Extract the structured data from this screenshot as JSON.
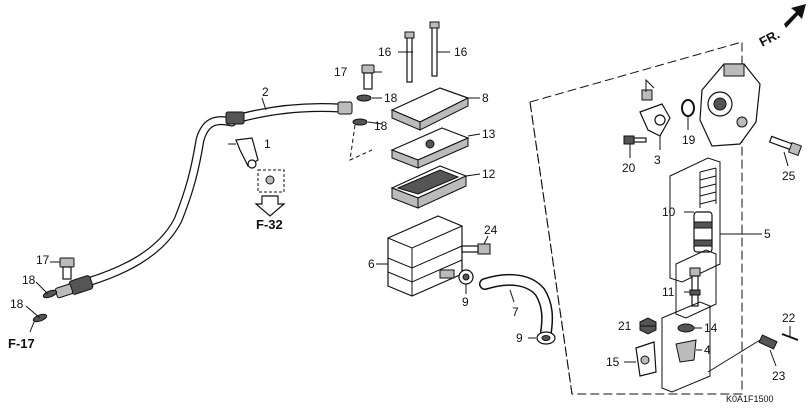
{
  "front_marker": "FR.",
  "drawing_code": "K0A1F1500",
  "references": {
    "f32": "F-32",
    "f17": "F-17"
  },
  "labels": {
    "p1": "1",
    "p2": "2",
    "p3": "3",
    "p4": "4",
    "p5": "5",
    "p6": "6",
    "p7": "7",
    "p8": "8",
    "p9a": "9",
    "p9b": "9",
    "p10": "10",
    "p11": "11",
    "p12": "12",
    "p13": "13",
    "p14": "14",
    "p15": "15",
    "p16a": "16",
    "p16b": "16",
    "p17a": "17",
    "p17b": "17",
    "p18a": "18",
    "p18b": "18",
    "p18c": "18",
    "p18d": "18",
    "p19": "19",
    "p20": "20",
    "p21": "21",
    "p22": "22",
    "p23": "23",
    "p24": "24",
    "p25": "25"
  }
}
